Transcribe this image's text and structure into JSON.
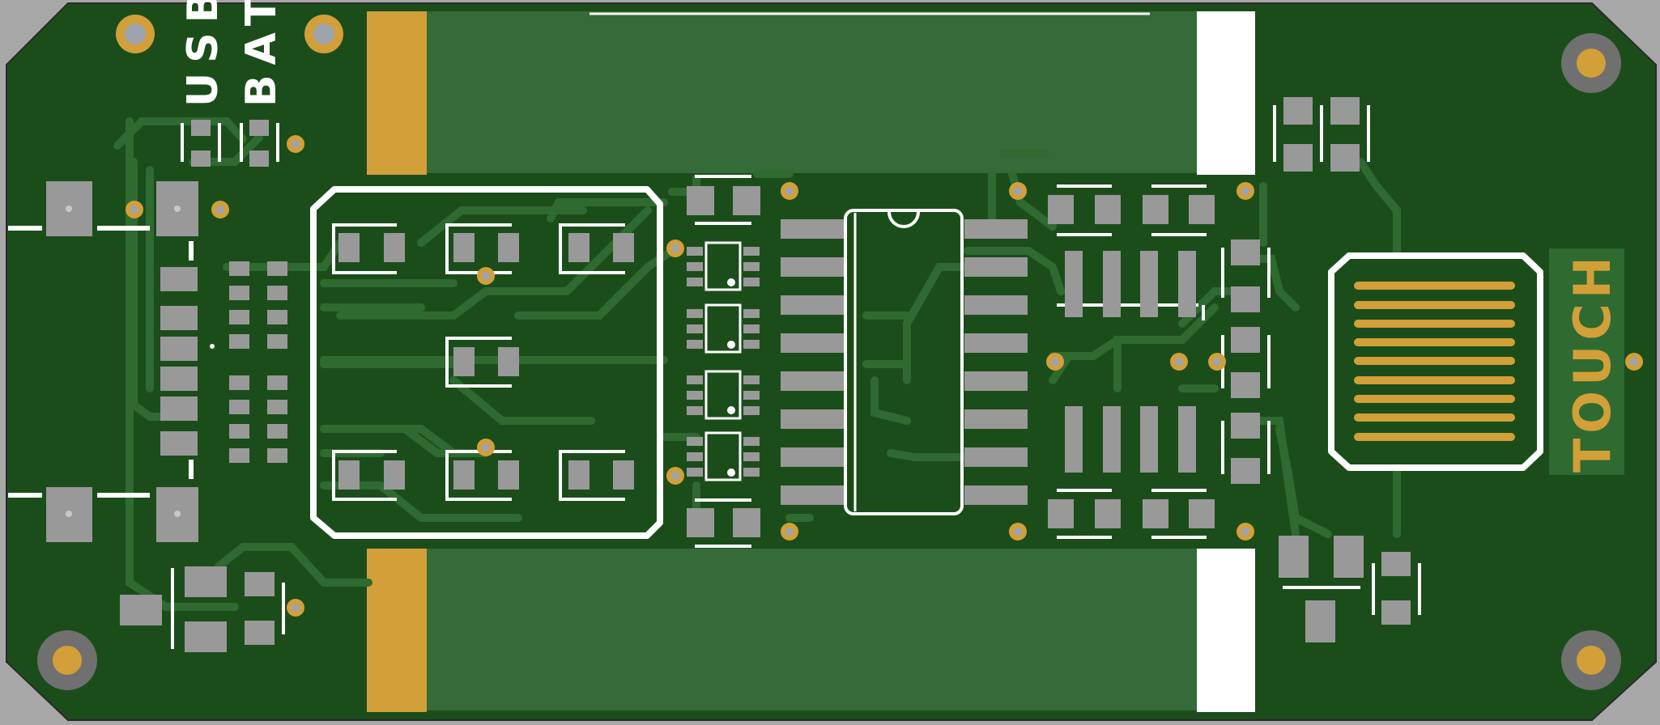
{
  "board": {
    "silkscreen_labels": {
      "usb": "USB",
      "bat": "BAT",
      "touch": "TOUCH"
    },
    "colors": {
      "background": "#a8a8a8",
      "substrate": "#1b4d1b",
      "trace": "#2f6a31",
      "pour": "#356b38",
      "silkscreen": "#ffffff",
      "copper_pad": "#999999",
      "gold": "#d29f38",
      "hole": "#7c7c7c"
    }
  }
}
